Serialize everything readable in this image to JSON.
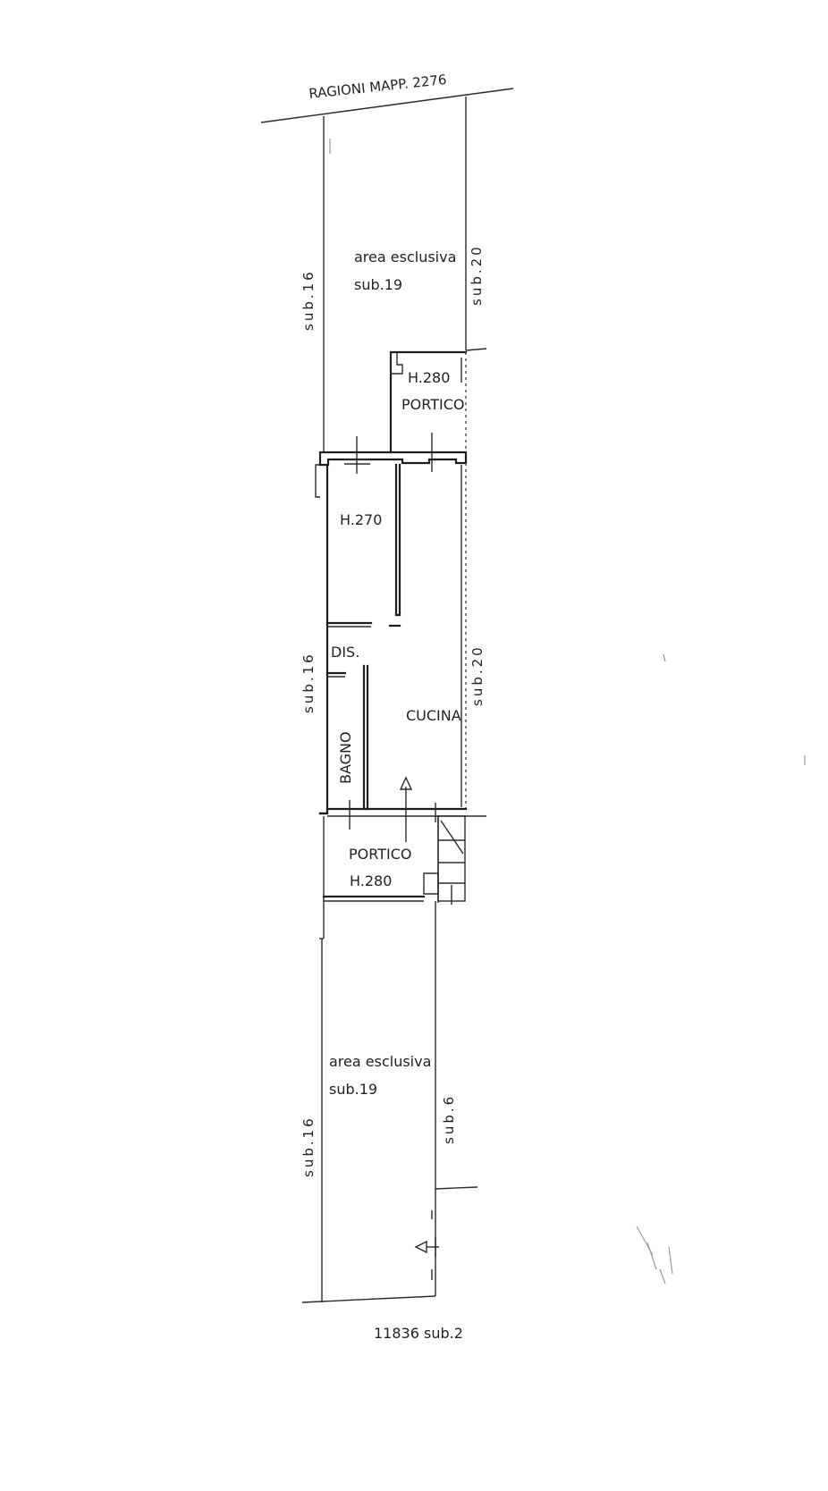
{
  "labels": {
    "top_boundary": "RAGIONI MAPP. 2276",
    "bottom_boundary": "11836 sub.2",
    "top_area": {
      "line1": "area esclusiva",
      "line2": "sub.19"
    },
    "bottom_area": {
      "line1": "area esclusiva",
      "line2": "sub.19"
    },
    "top_portico": {
      "height": "H.280",
      "name": "PORTICO"
    },
    "room_height": "H.270",
    "dis": "DIS.",
    "cucina": "CUCINA",
    "bagno": "BAGNO",
    "bottom_portico": {
      "name": "PORTICO",
      "height": "H.280"
    },
    "left_side": [
      "sub.16",
      "sub.16",
      "sub.16"
    ],
    "right_side": [
      "sub.20",
      "sub.20",
      "sub.6"
    ]
  },
  "colors": {
    "ink": "#1e1e1e",
    "paper": "#ffffff"
  }
}
